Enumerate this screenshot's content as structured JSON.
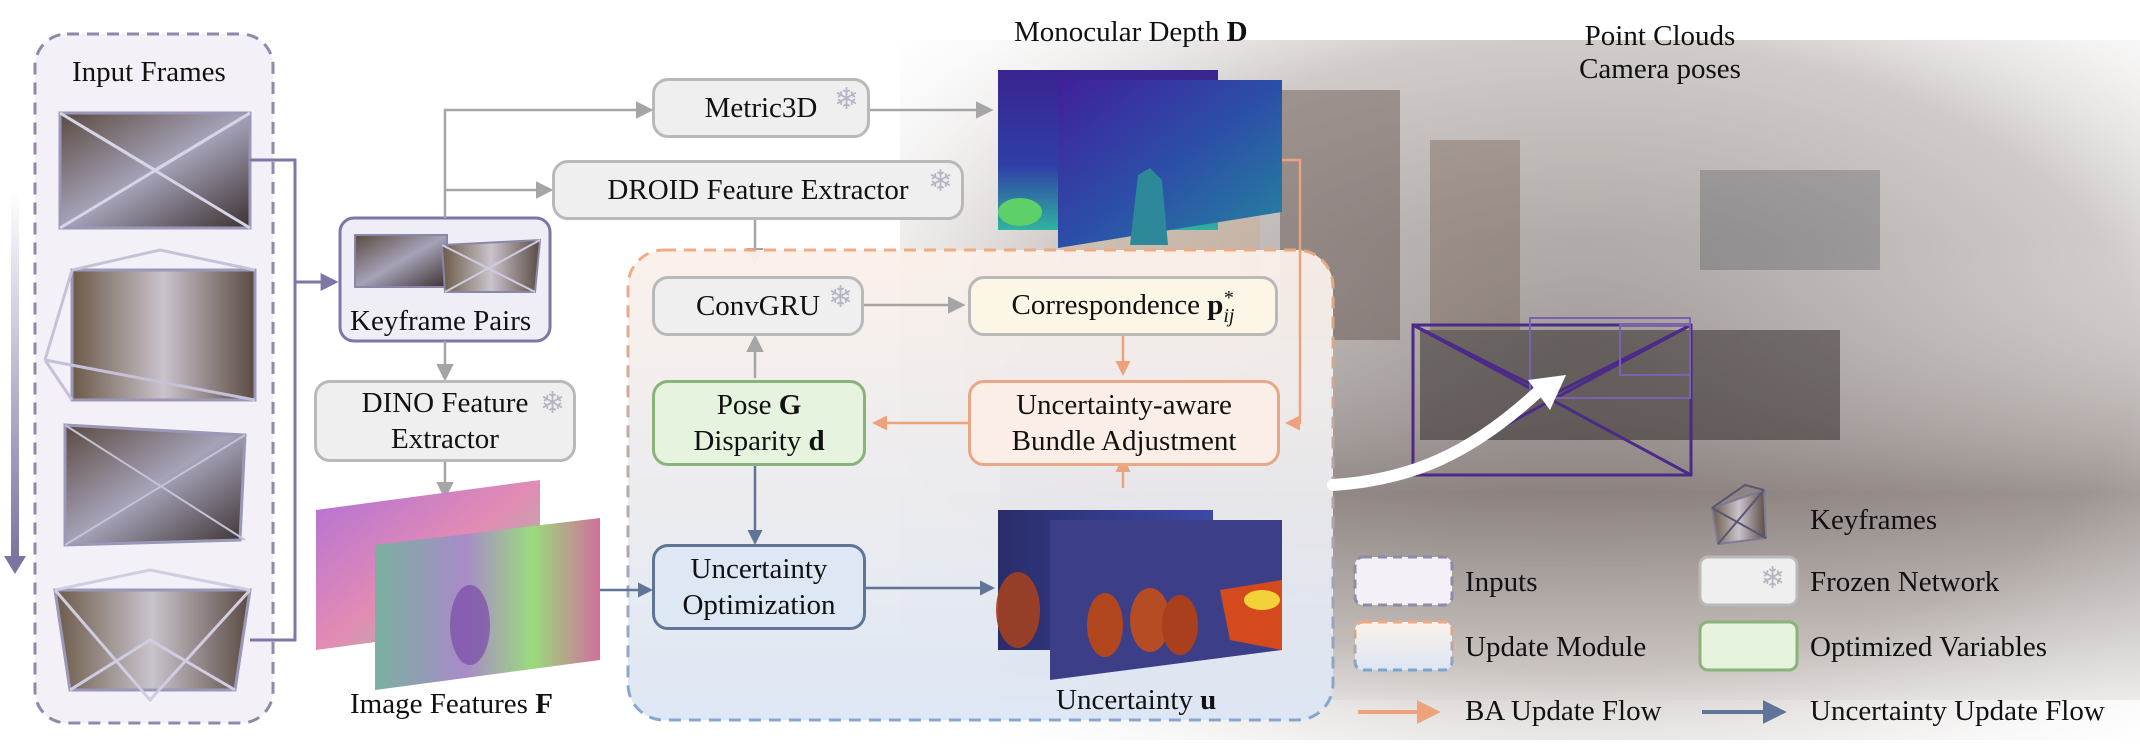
{
  "inputs": {
    "title": "Input Frames"
  },
  "keyframe_pairs": {
    "label": "Keyframe Pairs"
  },
  "dino": {
    "line1": "DINO Feature",
    "line2": "Extractor"
  },
  "image_features": {
    "label": "Image Features",
    "symbol": "F"
  },
  "metric3d": {
    "label": "Metric3D"
  },
  "droid": {
    "label": "DROID Feature Extractor"
  },
  "convgru": {
    "label": "ConvGRU"
  },
  "correspondence": {
    "label": "Correspondence",
    "symbol": "p",
    "sup": "*",
    "sub": "ij"
  },
  "pose": {
    "line1_text": "Pose",
    "line1_symbol": "G",
    "line2_text": "Disparity",
    "line2_symbol": "d"
  },
  "bundle": {
    "line1": "Uncertainty-aware",
    "line2": "Bundle Adjustment"
  },
  "uncert_opt": {
    "line1": "Uncertainty",
    "line2": "Optimization"
  },
  "mono_depth": {
    "label": "Monocular Depth",
    "symbol": "D"
  },
  "uncertainty": {
    "label": "Uncertainty",
    "symbol": "u"
  },
  "output": {
    "line1": "Point Clouds",
    "line2": "Camera poses"
  },
  "legend": {
    "keyframes": "Keyframes",
    "inputs": "Inputs",
    "frozen": "Frozen Network",
    "update_module": "Update Module",
    "optimized": "Optimized Variables",
    "ba_flow": "BA Update Flow",
    "uncert_flow": "Uncertainty Update Flow"
  },
  "colors": {
    "input_border": "#8e8aa8",
    "frozen_fill": "#efefef",
    "frozen_border": "#b9b9b9",
    "update_border_top": "#f0a97f",
    "update_border_bottom": "#7fa3cf",
    "optimized_fill": "#e6f3df",
    "optimized_border": "#8ab37a",
    "bundle_fill": "#fbeee6",
    "bundle_border": "#e8a787",
    "corr_fill": "#fbf6e6",
    "uncert_opt_fill": "#dde8f4",
    "uncert_opt_border": "#5e7597",
    "ba_arrow": "#eda27c",
    "uncert_arrow": "#5e7597",
    "gray_arrow": "#a5a5a5",
    "keyframe_line": "#4b2a88"
  }
}
